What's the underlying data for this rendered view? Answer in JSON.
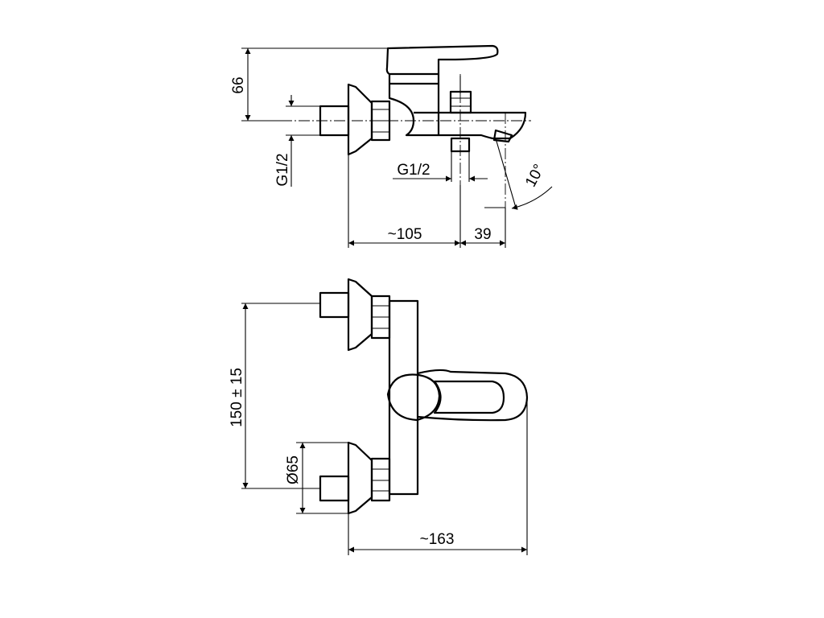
{
  "dimensions": {
    "height_66": "66",
    "inlet_g12_side": "G1/2",
    "outlet_g12": "G1/2",
    "spout_angle": "10°",
    "depth_105": "~105",
    "spout_39": "39",
    "centers_150": "150 ± 15",
    "rosette_65": "Ø65",
    "length_163": "~163"
  }
}
